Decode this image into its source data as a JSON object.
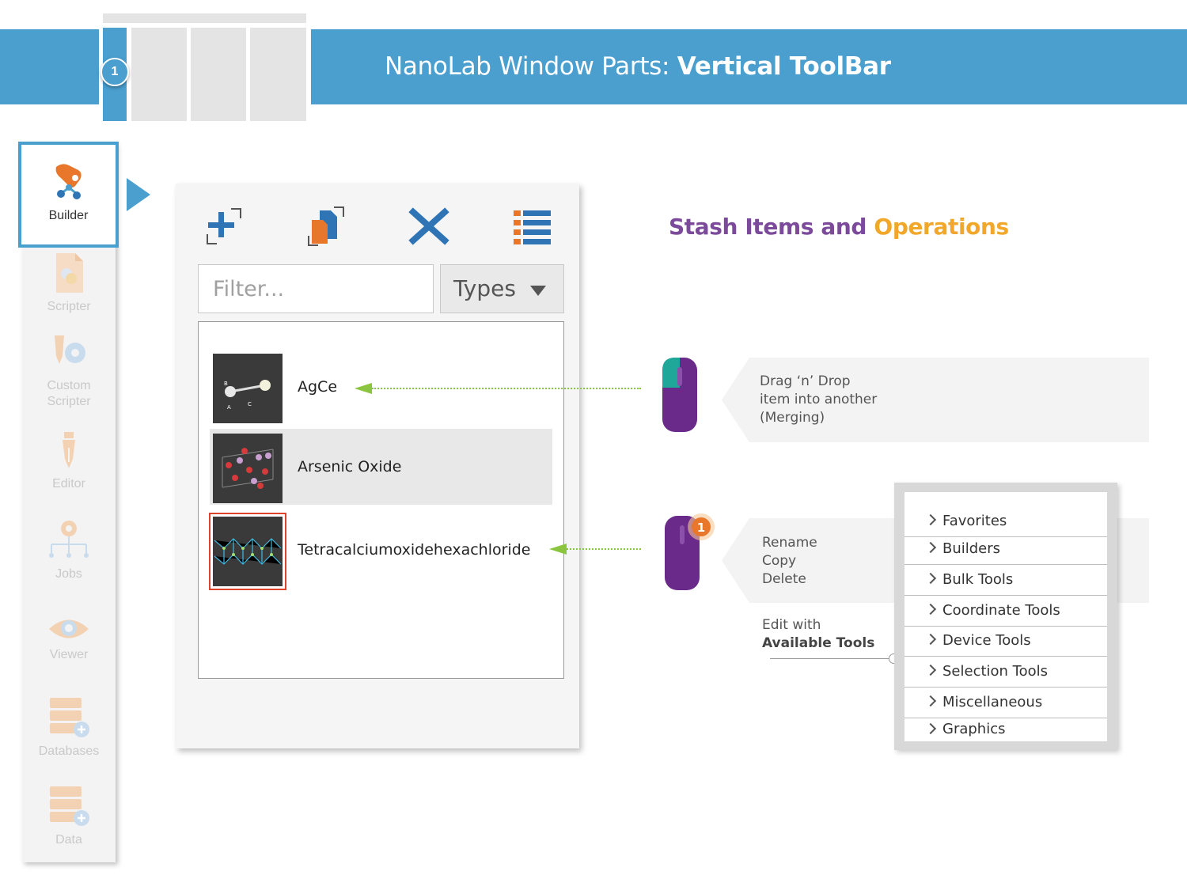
{
  "header": {
    "title_prefix": "NanoLab Window Parts: ",
    "title_bold": "Vertical ToolBar",
    "step_badge": "1",
    "color": "#4a9fcf"
  },
  "vertical_toolbar": {
    "items": [
      {
        "label": "Builder",
        "icon": "builder-icon",
        "active": true
      },
      {
        "label": "Scripter",
        "icon": "scripter-icon"
      },
      {
        "label": "Custom\nScripter",
        "icon": "custom-scripter-icon"
      },
      {
        "label": "Editor",
        "icon": "editor-icon"
      },
      {
        "label": "Jobs",
        "icon": "jobs-icon"
      },
      {
        "label": "Viewer",
        "icon": "viewer-icon"
      },
      {
        "label": "Databases",
        "icon": "databases-icon"
      },
      {
        "label": "Data",
        "icon": "data-icon"
      }
    ]
  },
  "stash": {
    "toolbar": [
      {
        "name": "new-item-button",
        "icon": "plus-icon"
      },
      {
        "name": "copy-item-button",
        "icon": "copy-icon"
      },
      {
        "name": "delete-item-button",
        "icon": "delete-icon"
      },
      {
        "name": "list-view-button",
        "icon": "list-icon"
      }
    ],
    "filter_placeholder": "Filter...",
    "types_label": "Types",
    "items": [
      {
        "label": "AgCe",
        "thumb": "agce-structure"
      },
      {
        "label": "Arsenic Oxide",
        "thumb": "arsenic-oxide-structure",
        "selected": true
      },
      {
        "label": "Tetracalciumoxidehexachloride",
        "thumb": "tetracalcium-structure",
        "outlined": true
      }
    ]
  },
  "annotations": {
    "heading_part1": "Stash Items and",
    "heading_part2": "Operations",
    "drag_drop": [
      "Drag ‘n’ Drop",
      "item into another",
      "(Merging)"
    ],
    "right_click": [
      "Rename",
      "Copy",
      "Delete"
    ],
    "edit_with": "Edit with",
    "available_tools": "Available Tools",
    "mouse_badge": "1",
    "colors": {
      "purple": "#7b4a9b",
      "orange": "#f0a72a",
      "green_arrow": "#8bc53f"
    }
  },
  "context_menu": {
    "items": [
      "Favorites",
      "Builders",
      "Bulk Tools",
      "Coordinate Tools",
      "Device Tools",
      "Selection Tools",
      "Miscellaneous",
      "Graphics"
    ]
  }
}
